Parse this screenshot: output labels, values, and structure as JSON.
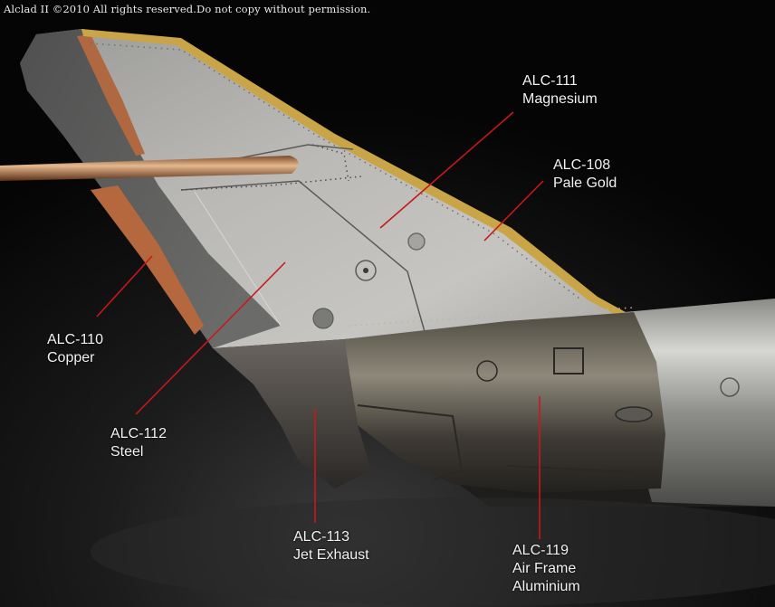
{
  "copyright": "Alclad II ©2010 All rights reserved.Do not copy without permission.",
  "labels": [
    {
      "code": "ALC-111",
      "name": "Magnesium"
    },
    {
      "code": "ALC-108",
      "name": "Pale Gold"
    },
    {
      "code": "ALC-110",
      "name": "Copper"
    },
    {
      "code": "ALC-112",
      "name": "Steel"
    },
    {
      "code": "ALC-113",
      "name": "Jet Exhaust"
    },
    {
      "code": "ALC-119",
      "name": "Air Frame",
      "name2": "Aluminium"
    }
  ],
  "leader_color": "#c8181c"
}
